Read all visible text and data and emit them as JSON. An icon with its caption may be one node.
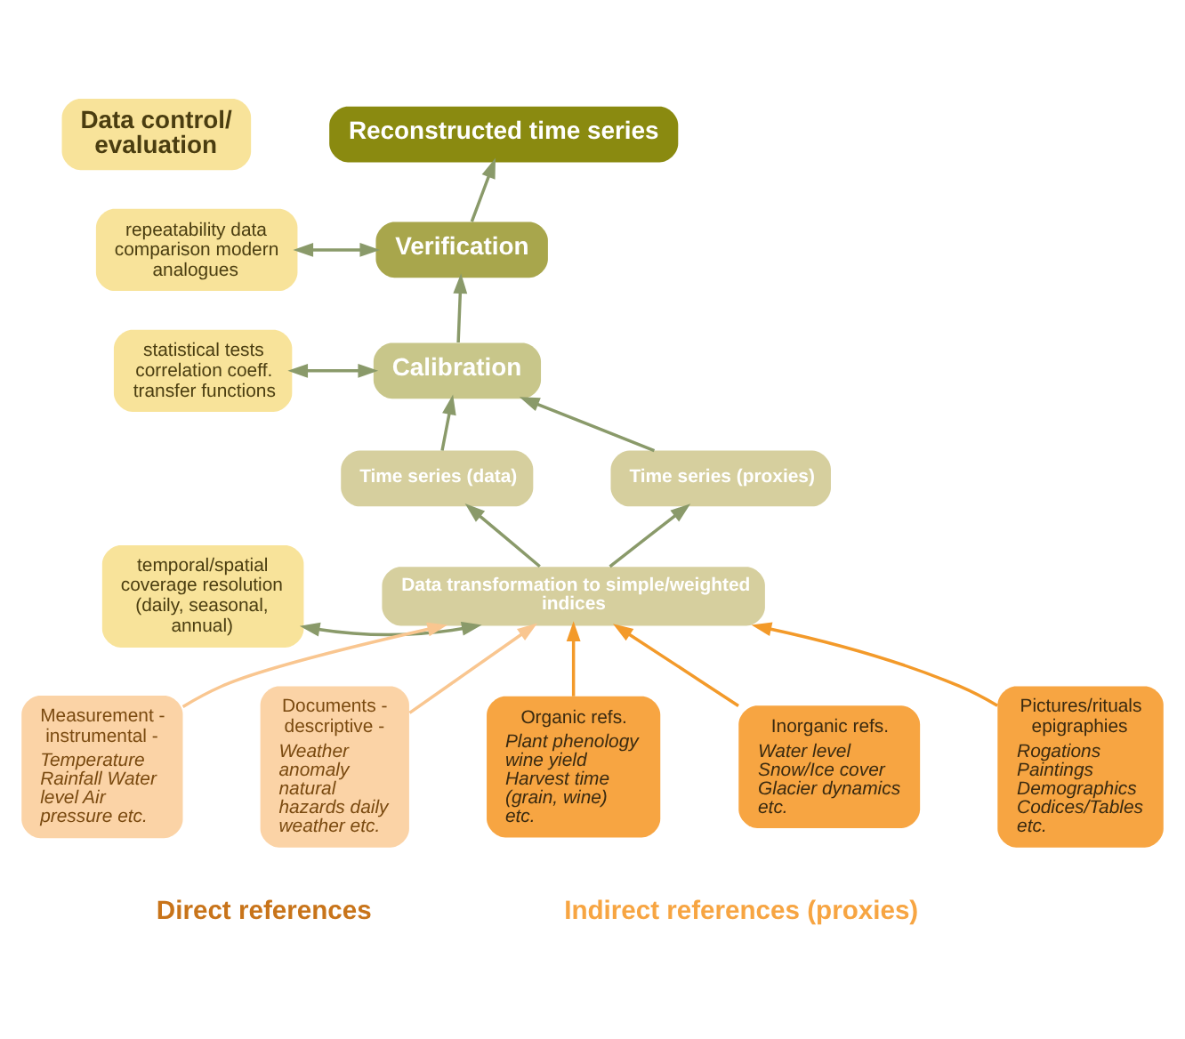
{
  "diagram": {
    "nodes": [
      {
        "text": [
          "Data control/ evaluation"
        ]
      },
      {
        "text": [
          "repeatability data comparison modern analogues"
        ]
      },
      {
        "text": [
          "statistical tests correlation coeff. transfer functions"
        ]
      },
      {
        "text": [
          "temporal/spatial coverage resolution (daily, seasonal, annual)"
        ]
      },
      {
        "text": [
          "Reconstructed time series"
        ]
      },
      {
        "text": [
          "Verification"
        ]
      },
      {
        "text": [
          "Calibration"
        ]
      },
      {
        "text": [
          "Time series (data)"
        ]
      },
      {
        "text": [
          "Time series (proxies)"
        ]
      },
      {
        "text": [
          "Data transformation to simple/weighted indices"
        ]
      },
      {
        "text": [
          "Measurement - instrumental -",
          "Temperature Rainfall Water level Air pressure etc."
        ]
      },
      {
        "text": [
          "Documents - descriptive -",
          "Weather anomaly natural hazards daily weather etc."
        ]
      },
      {
        "text": [
          "Organic refs.",
          "Plant phenology wine yield Harvest time (grain, wine) etc."
        ]
      },
      {
        "text": [
          "Inorganic refs.",
          "Water level Snow/Ice cover Glacier dynamics etc."
        ]
      },
      {
        "text": [
          "Pictures/rituals epigraphies",
          "Rogations Paintings Demographics Codices/Tables etc."
        ]
      }
    ],
    "edges": [
      {
        "from": 10,
        "to": 9,
        "arrow": "to",
        "color": "#f9c690"
      },
      {
        "from": 11,
        "to": 9,
        "arrow": "to",
        "color": "#f9c690"
      },
      {
        "from": 12,
        "to": 9,
        "arrow": "to",
        "color": "#f39a2a"
      },
      {
        "from": 13,
        "to": 9,
        "arrow": "to",
        "color": "#f39a2a"
      },
      {
        "from": 14,
        "to": 9,
        "arrow": "to",
        "color": "#f39a2a"
      },
      {
        "from": 9,
        "to": 7,
        "arrow": "to"
      },
      {
        "from": 9,
        "to": 8,
        "arrow": "to"
      },
      {
        "from": 7,
        "to": 6,
        "arrow": "to"
      },
      {
        "from": 8,
        "to": 6,
        "arrow": "to"
      },
      {
        "from": 6,
        "to": 5,
        "arrow": "to"
      },
      {
        "from": 5,
        "to": 4,
        "arrow": "to"
      },
      {
        "from": 1,
        "to": 5,
        "arrow": "both"
      },
      {
        "from": 2,
        "to": 6,
        "arrow": "both"
      },
      {
        "from": 3,
        "to": 9,
        "arrow": "both"
      }
    ],
    "labels": [
      "Direct references",
      "Indirect references (proxies)"
    ]
  }
}
